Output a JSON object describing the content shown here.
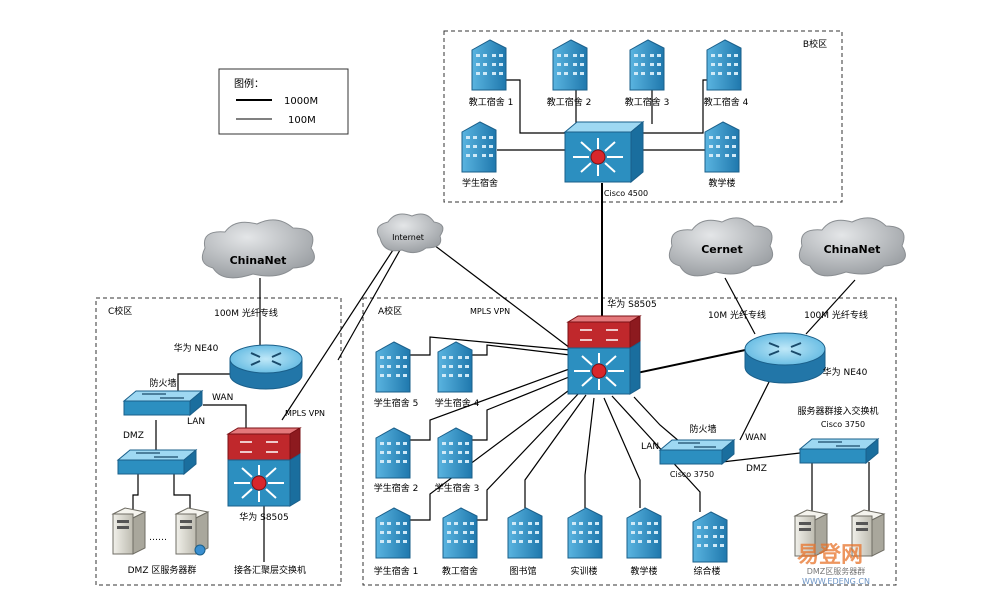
{
  "legend": {
    "title": "图例：",
    "items": [
      "1000M",
      "100M"
    ]
  },
  "zones": {
    "b": "B校区",
    "a": "A校区",
    "c": "C校区"
  },
  "clouds": {
    "internet": "Internet",
    "chinanet_left": "ChinaNet",
    "cernet": "Cernet",
    "chinanet_right": "ChinaNet"
  },
  "b_campus": {
    "buildings": [
      "教工宿舍 1",
      "教工宿舍 2",
      "教工宿舍 3",
      "教工宿舍 4",
      "学生宿舍",
      "教学楼"
    ],
    "core_switch": "Cisco 4500"
  },
  "a_campus": {
    "core_switch": "华为 S8505",
    "mpls_vpn": "MPLS VPN",
    "link_cernet": "10M 光纤专线",
    "link_chinanet": "100M 光纤专线",
    "router": "华为 NE40",
    "firewall": "防火墙",
    "firewall_model": "Cisco 3750",
    "lan": "LAN",
    "wan": "WAN",
    "dmz": "DMZ",
    "server_switch_title": "服务器群接入交换机",
    "server_switch_model": "Cisco 3750",
    "buildings": [
      "学生宿舍 5",
      "学生宿舍 4",
      "学生宿舍 2",
      "学生宿舍 3",
      "学生宿舍 1",
      "教工宿舍",
      "图书馆",
      "实训楼",
      "教学楼",
      "综合楼"
    ],
    "server_group": "DMZ区服务器群"
  },
  "c_campus": {
    "link": "100M 光纤专线",
    "router": "华为 NE40",
    "firewall": "防火墙",
    "wan": "WAN",
    "lan": "LAN",
    "dmz": "DMZ",
    "mpls_vpn": "MPLS VPN",
    "core_switch": "华为 S8505",
    "server_group": "DMZ 区服务器群",
    "agg_label": "接各汇聚层交换机",
    "dots": "……"
  },
  "watermark": {
    "brand": "易登网",
    "url": "WWW.EDENG.CN"
  },
  "colors": {
    "device_blue": "#2c8fc0",
    "device_top": "#8fd3ee",
    "router_red": "#c0282c",
    "cloud": "#b9bcc0",
    "line": "#000000"
  }
}
